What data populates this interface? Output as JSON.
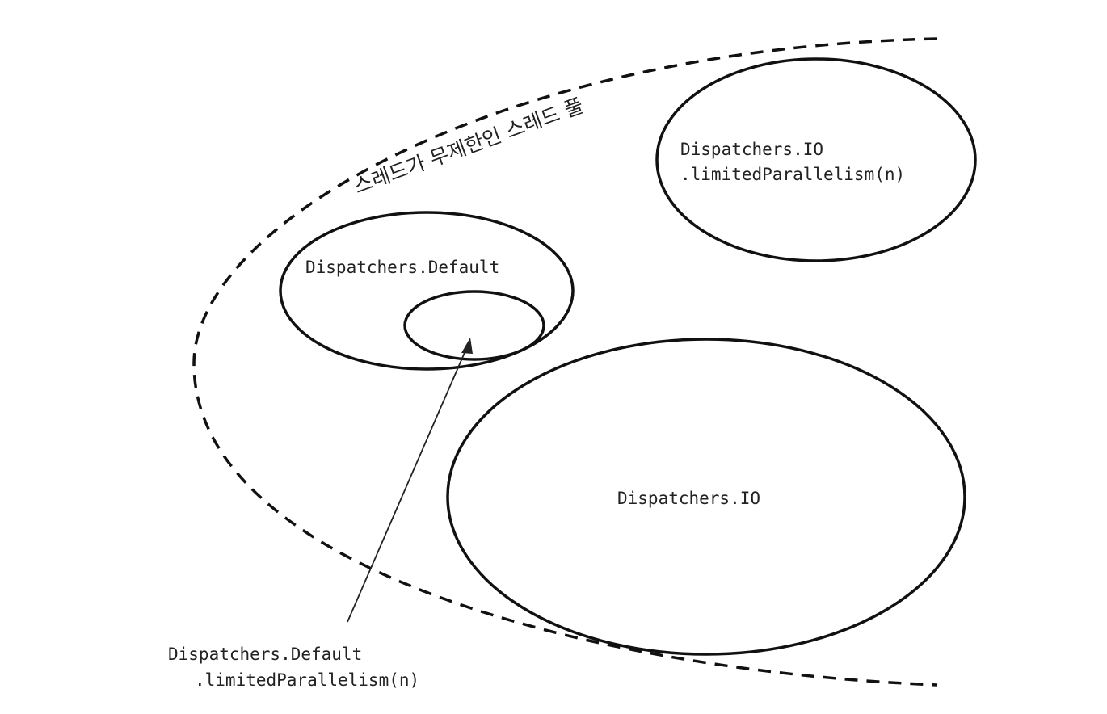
{
  "pool": {
    "label": "스레드가 무제한인 스레드 풀"
  },
  "default_dispatcher": {
    "label": "Dispatchers.Default"
  },
  "io_limited": {
    "line1": "Dispatchers.IO",
    "line2": ".limitedParallelism(n)"
  },
  "io_dispatcher": {
    "label": "Dispatchers.IO"
  },
  "default_limited": {
    "line1": "Dispatchers.Default",
    "line2": ".limitedParallelism(n)"
  }
}
